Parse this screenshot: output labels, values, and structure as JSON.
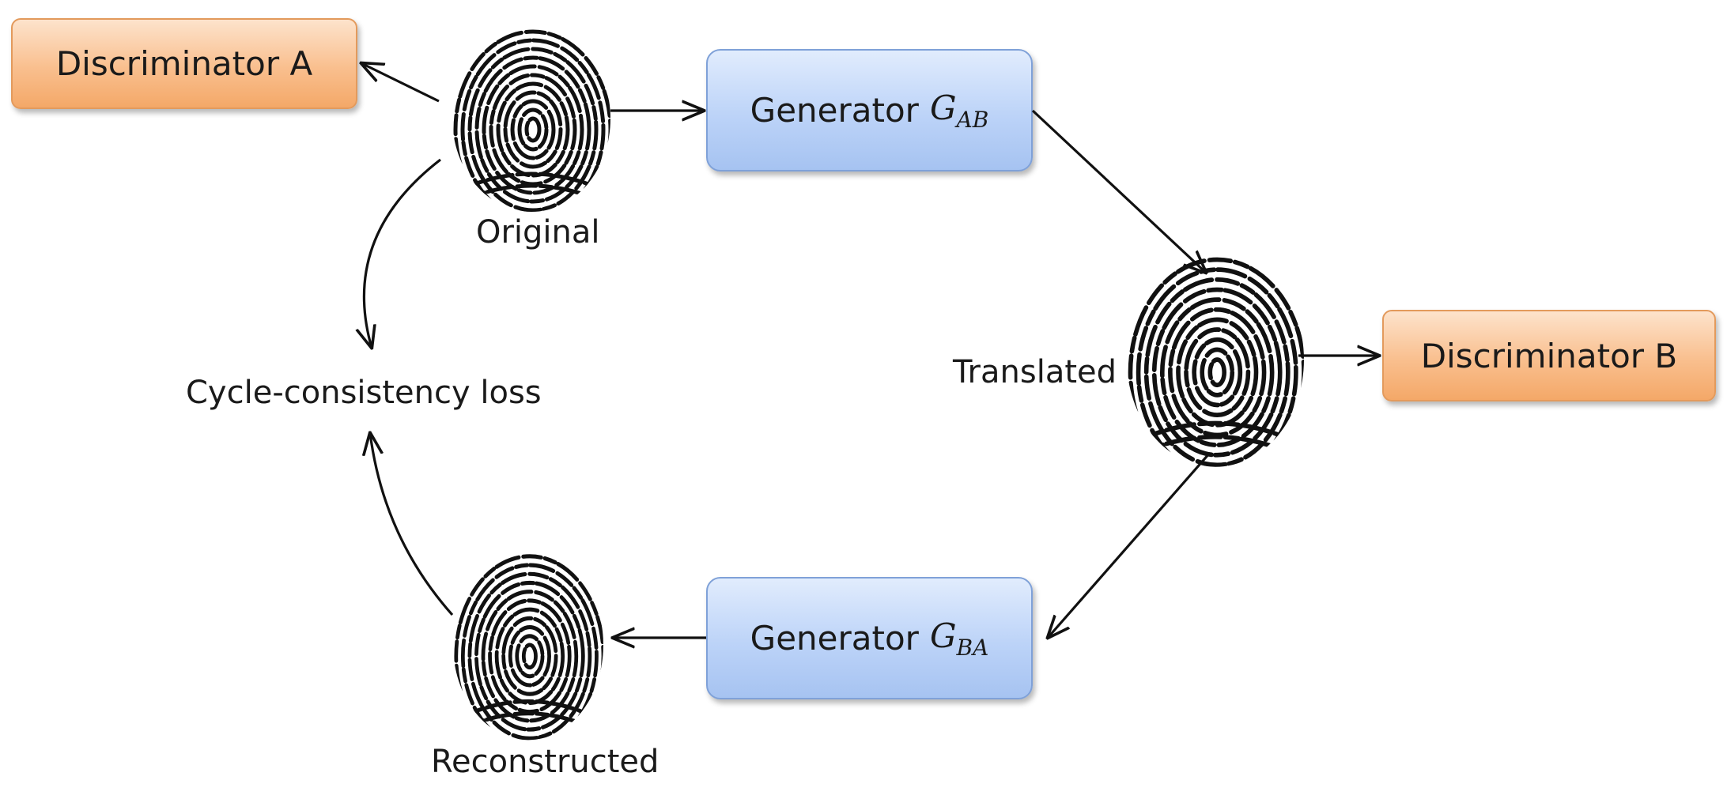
{
  "nodes": {
    "discriminator_a": "Discriminator A",
    "discriminator_b": "Discriminator B",
    "generator_ab": {
      "text": "Generator",
      "symbol": "G",
      "subscript": "AB"
    },
    "generator_ba": {
      "text": "Generator",
      "symbol": "G",
      "subscript": "BA"
    }
  },
  "labels": {
    "original": "Original",
    "translated": "Translated",
    "reconstructed": "Reconstructed",
    "cycle_loss": "Cycle-consistency loss"
  },
  "colors": {
    "discriminator_fill": "#f9bf8e",
    "discriminator_border": "#e39a5c",
    "generator_fill": "#bcd3f8",
    "generator_border": "#7fa1d8",
    "arrow": "#111111"
  },
  "icons": [
    "fingerprint-original-icon",
    "fingerprint-translated-icon",
    "fingerprint-reconstructed-icon"
  ]
}
